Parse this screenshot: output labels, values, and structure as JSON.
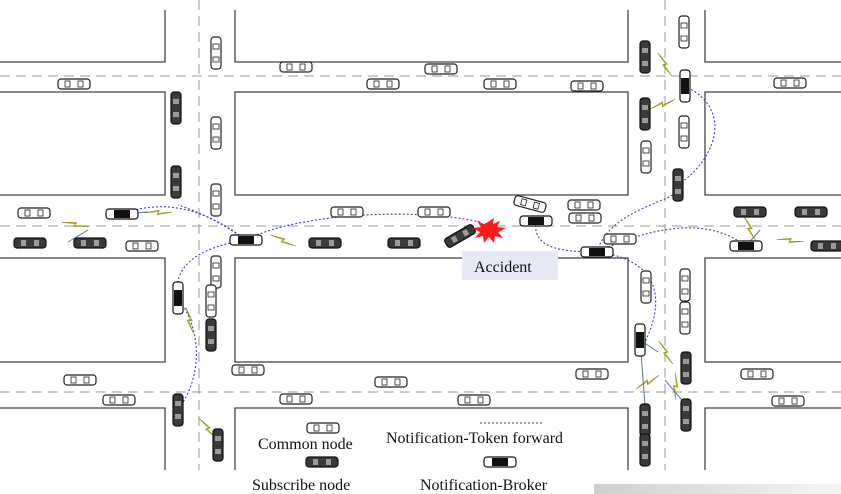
{
  "labels": {
    "accident": "Accident",
    "legend_common": "Common node",
    "legend_forward": "Notification-Token forward",
    "legend_subscribe": "Subscribe node",
    "legend_broker": "Notification-Broker"
  },
  "colors": {
    "road_outline": "#444444",
    "lane_dash": "#999999",
    "forward_link": "#3344bb",
    "lightning": "#eef02a",
    "accident_burst": "#ff1a1a",
    "accident_box": "#e6e8f5",
    "common_car": "#ffffff",
    "subscribe_car": "#333333",
    "broker_car": "#111111"
  },
  "legend": {
    "common_node_icon": "white-car-icon",
    "subscribe_node_icon": "dark-car-icon",
    "broker_icon": "black-car-icon",
    "forward_icon": "dotted-line-icon"
  }
}
